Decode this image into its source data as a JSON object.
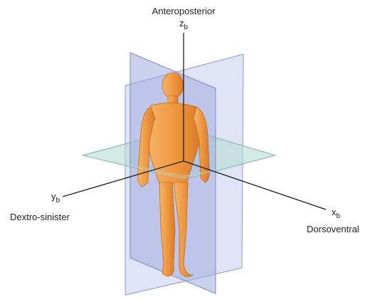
{
  "labels": {
    "z_axis_name": "Anteroposterior",
    "y_axis_name": "Dextro-sinister",
    "x_axis_name": "Dorsoventral"
  },
  "axes": {
    "z": {
      "letter": "z",
      "subscript": "b"
    },
    "y": {
      "letter": "y",
      "subscript": "b"
    },
    "x": {
      "letter": "x",
      "subscript": "b"
    }
  },
  "colors": {
    "plane_blue": "#9fa9e0",
    "plane_green": "#a8d4cc",
    "body_orange": "#f0a04c",
    "axis_line": "#1a1a1a"
  }
}
